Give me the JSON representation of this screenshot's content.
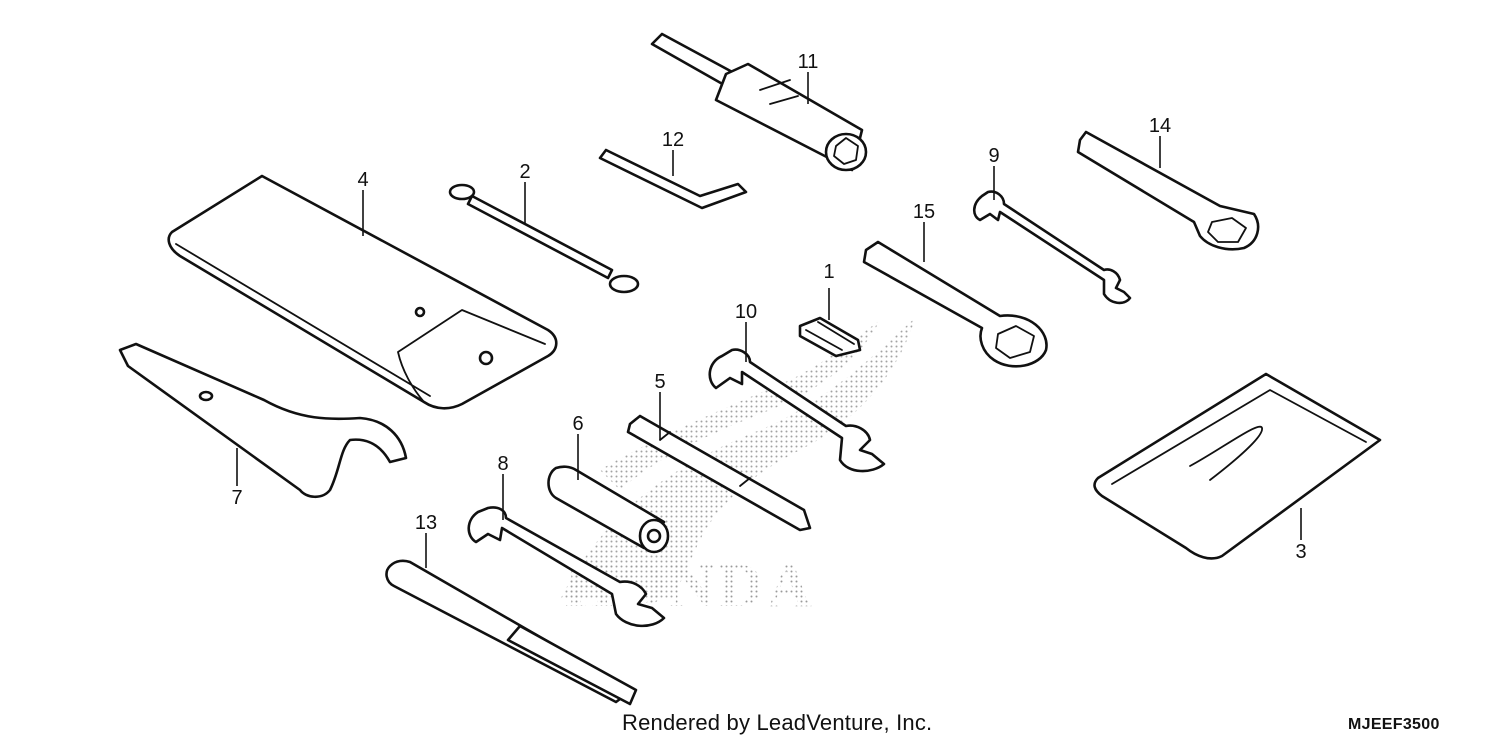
{
  "diagram": {
    "callouts": [
      {
        "id": "1",
        "text": "1"
      },
      {
        "id": "2",
        "text": "2"
      },
      {
        "id": "3",
        "text": "3"
      },
      {
        "id": "4",
        "text": "4"
      },
      {
        "id": "5",
        "text": "5"
      },
      {
        "id": "6",
        "text": "6"
      },
      {
        "id": "7",
        "text": "7"
      },
      {
        "id": "8",
        "text": "8"
      },
      {
        "id": "9",
        "text": "9"
      },
      {
        "id": "10",
        "text": "10"
      },
      {
        "id": "11",
        "text": "11"
      },
      {
        "id": "12",
        "text": "12"
      },
      {
        "id": "13",
        "text": "13"
      },
      {
        "id": "14",
        "text": "14"
      },
      {
        "id": "15",
        "text": "15"
      }
    ],
    "watermark": "HONDA",
    "credit": "Rendered by LeadVenture, Inc.",
    "diagram_code": "MJEEF3500"
  }
}
